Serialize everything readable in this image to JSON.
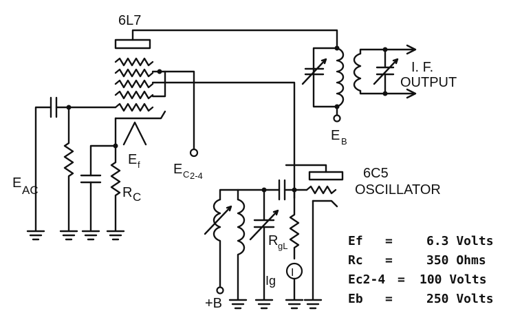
{
  "labels": {
    "tube1": "6L7",
    "tube2": "6C5",
    "oscillator": "OSCILLATOR",
    "if_line1": "I. F.",
    "if_line2": "OUTPUT",
    "eac_main": "E",
    "eac_sub": "AC",
    "rc_main": "R",
    "rc_sub": "C",
    "ef_main": "E",
    "ef_sub": "f",
    "ec_main": "E",
    "ec_sub": "C",
    "ec_sub2": "2-4",
    "eb_main": "E",
    "eb_sub": "B",
    "rgl_main": "R",
    "rgl_sub": "gL",
    "ig": "Ig",
    "meter": "I",
    "plus_b": "+B"
  },
  "specs": [
    {
      "name": "Ef",
      "eq": "=",
      "value": "6.3 Volts"
    },
    {
      "name": "Rc",
      "eq": "=",
      "value": "350 Ohms"
    },
    {
      "name": "Ec2-4",
      "eq": "=",
      "value": "100 Volts"
    },
    {
      "name": "Eb",
      "eq": "=",
      "value": "250 Volts"
    }
  ]
}
